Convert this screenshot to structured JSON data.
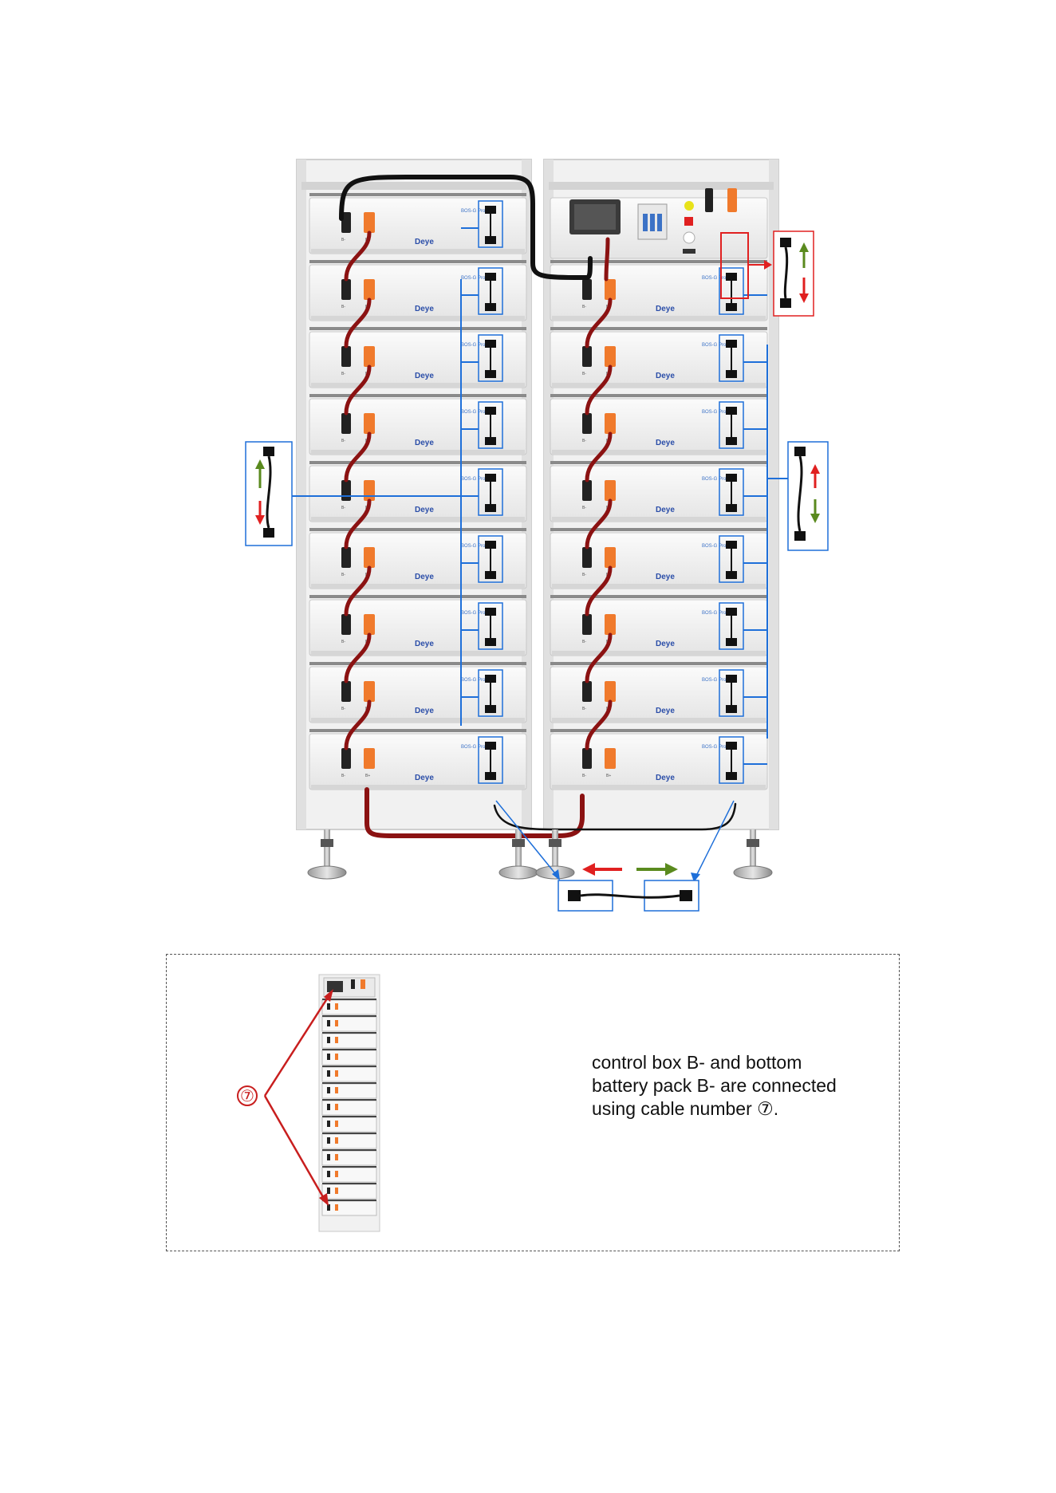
{
  "brand": {
    "logo_text": "Deye"
  },
  "module": {
    "model_label": "BOS-G Pro"
  },
  "terminals": {
    "negative": "B-",
    "positive": "B+"
  },
  "callout": {
    "number": "⑦"
  },
  "note": {
    "line1": "control box B- and bottom",
    "line2": "battery pack B- are connected",
    "line3": "using cable number ⑦."
  },
  "colors": {
    "power_red": "#8b1212",
    "connector_orange": "#f07a2c",
    "connector_black": "#222222",
    "comm_blue": "#1e6fd9",
    "highlight_red": "#e02020",
    "arrow_green": "#5a8a1e"
  },
  "icons": [
    "arrow-up-icon",
    "arrow-down-icon",
    "arrow-left-icon",
    "arrow-right-icon"
  ]
}
